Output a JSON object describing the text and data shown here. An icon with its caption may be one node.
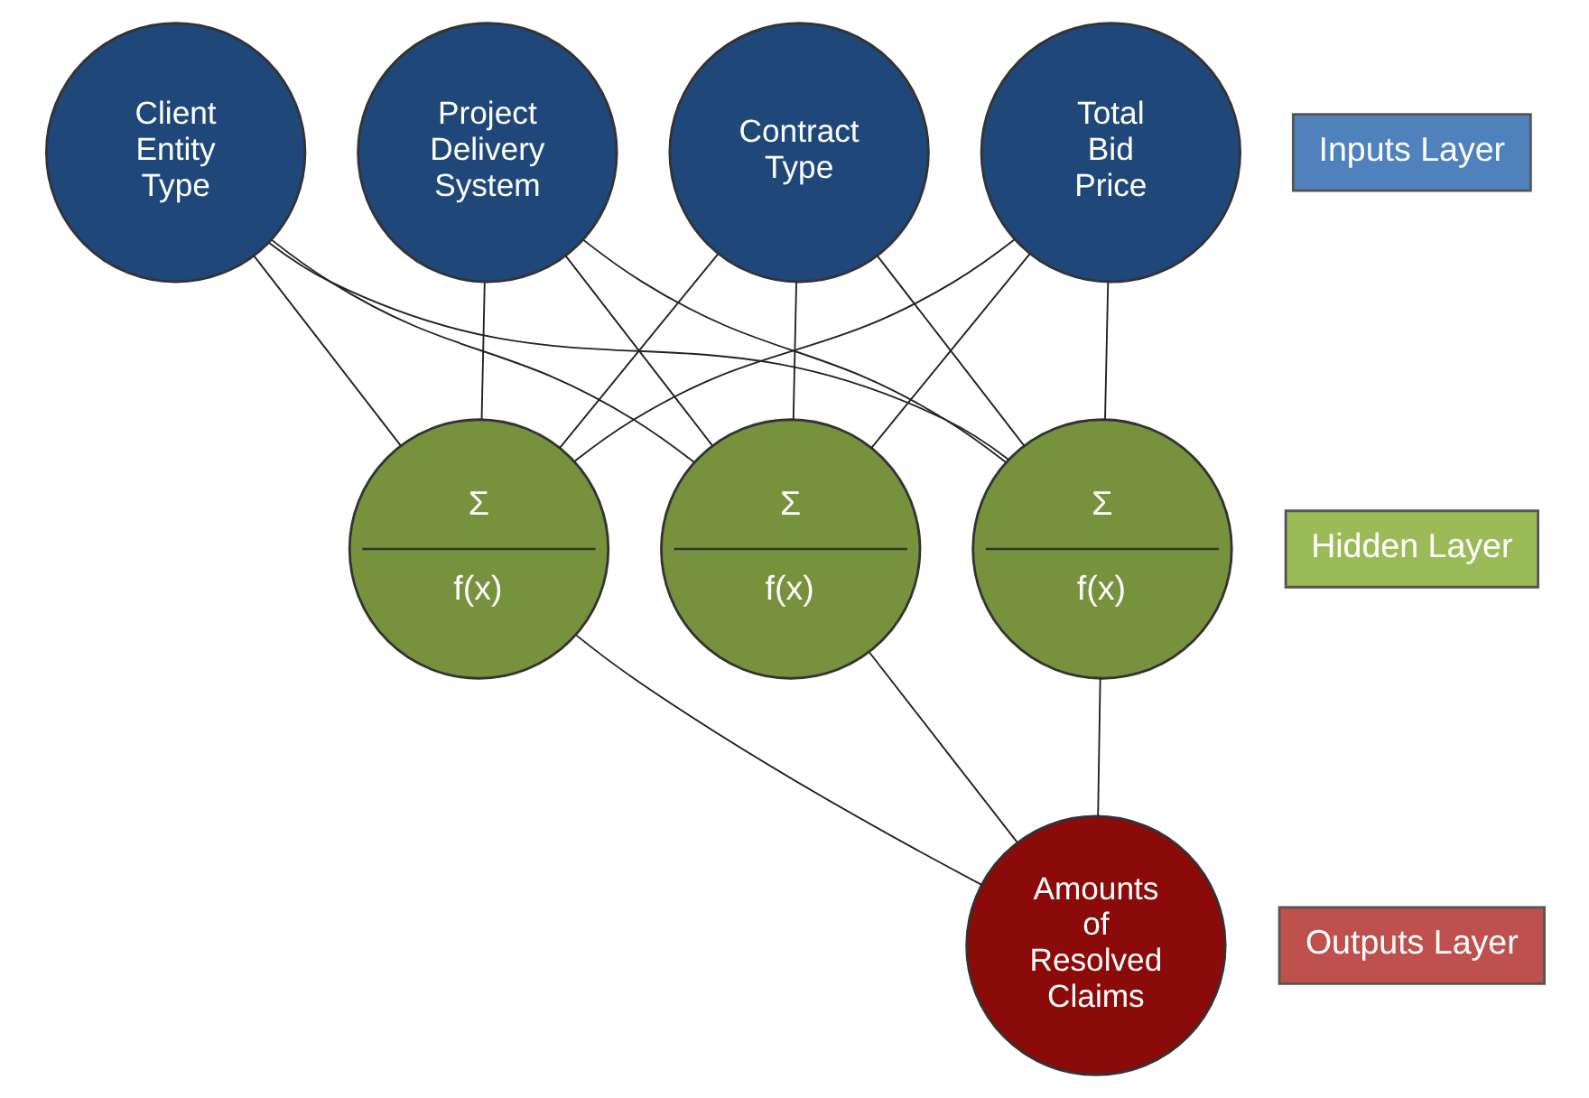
{
  "diagram": {
    "nodes": [
      {
        "text": [
          "Client Entity Type"
        ]
      },
      {
        "text": [
          "Project Delivery System"
        ]
      },
      {
        "text": [
          "Contract Type"
        ]
      },
      {
        "text": [
          "Total Bid Price"
        ]
      },
      {
        "text": [
          "Σ",
          "f(x)"
        ]
      },
      {
        "text": [
          "Σ",
          "f(x)"
        ]
      },
      {
        "text": [
          "Σ",
          "f(x)"
        ]
      },
      {
        "text": [
          "Amounts of Resolved Claims"
        ]
      },
      {
        "text": [
          "Inputs Layer"
        ]
      },
      {
        "text": [
          "Hidden Layer"
        ]
      },
      {
        "text": [
          "Outputs Layer"
        ]
      }
    ],
    "edges": [
      {
        "from": 0,
        "to": 4,
        "arrow": "none"
      },
      {
        "from": 0,
        "to": 5,
        "arrow": "none"
      },
      {
        "from": 0,
        "to": 6,
        "arrow": "none"
      },
      {
        "from": 1,
        "to": 4,
        "arrow": "none"
      },
      {
        "from": 1,
        "to": 5,
        "arrow": "none"
      },
      {
        "from": 1,
        "to": 6,
        "arrow": "none"
      },
      {
        "from": 2,
        "to": 4,
        "arrow": "none"
      },
      {
        "from": 2,
        "to": 5,
        "arrow": "none"
      },
      {
        "from": 2,
        "to": 6,
        "arrow": "none"
      },
      {
        "from": 3,
        "to": 4,
        "arrow": "none"
      },
      {
        "from": 3,
        "to": 5,
        "arrow": "none"
      },
      {
        "from": 3,
        "to": 6,
        "arrow": "none"
      },
      {
        "from": 4,
        "to": 7,
        "arrow": "none"
      },
      {
        "from": 5,
        "to": 7,
        "arrow": "none"
      },
      {
        "from": 6,
        "to": 7,
        "arrow": "none"
      }
    ]
  }
}
